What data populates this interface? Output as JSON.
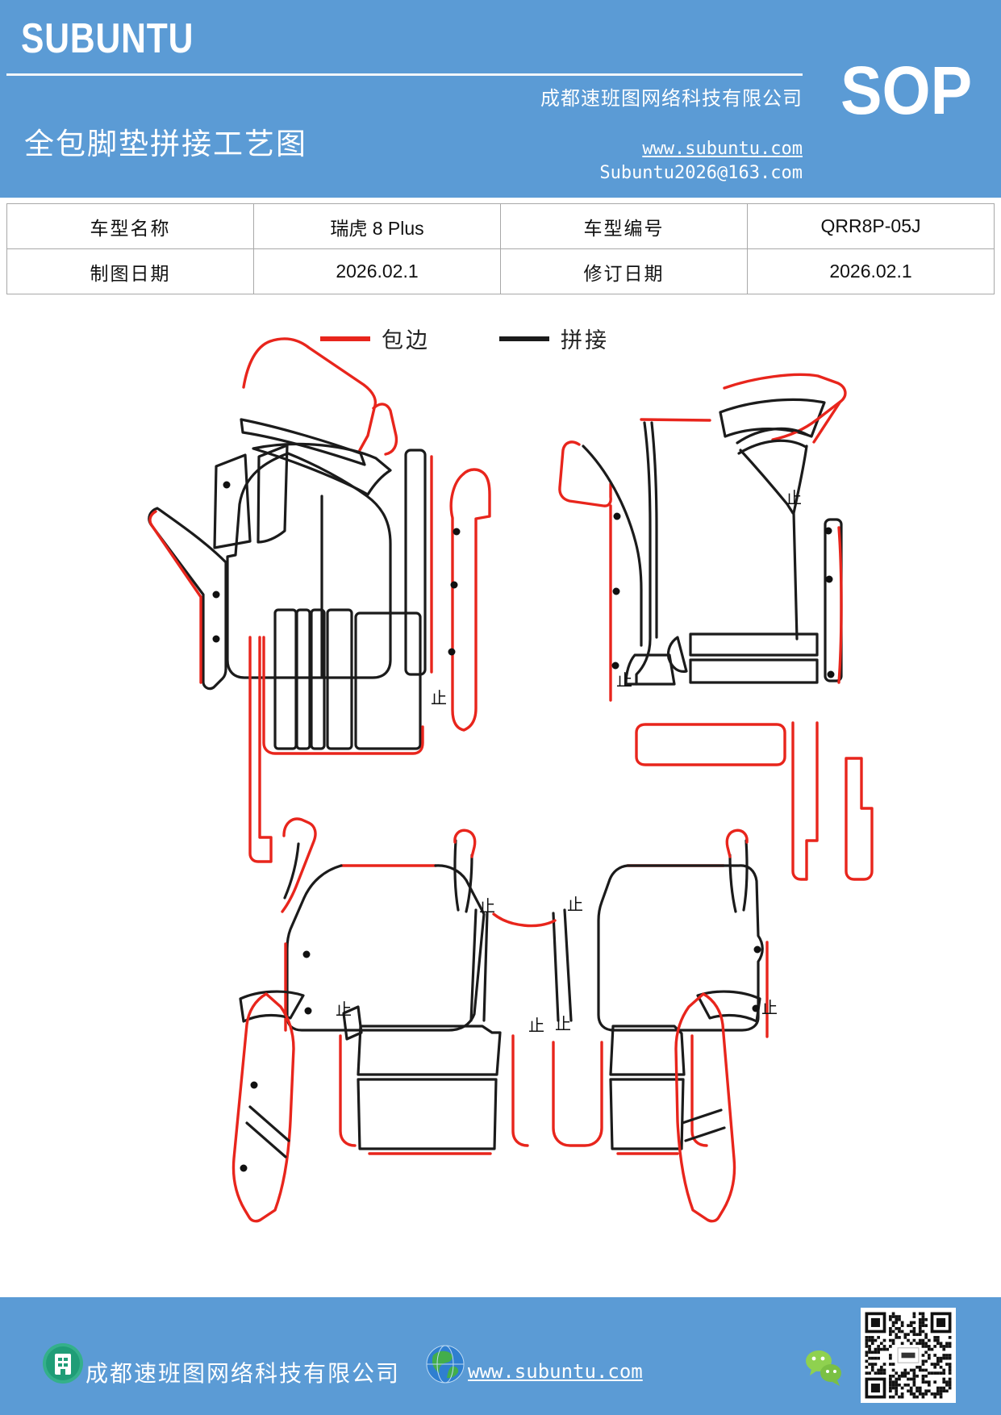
{
  "header": {
    "logo": "SUBUNTU",
    "title": "全包脚垫拼接工艺图",
    "company": "成都速班图网络科技有限公司",
    "website": "www.subuntu.com",
    "email": "Subuntu2026@163.com",
    "badge": "SOP",
    "bg_color": "#5B9BD5"
  },
  "info_table": {
    "rows": [
      {
        "cells": [
          "车型名称",
          "瑞虎 8 Plus",
          "车型编号",
          "QRR8P-05J"
        ]
      },
      {
        "cells": [
          "制图日期",
          "2026.02.1",
          "修订日期",
          "2026.02.1"
        ]
      }
    ]
  },
  "legend": {
    "items": [
      {
        "label": "包边",
        "color": "#e8251c"
      },
      {
        "label": "拼接",
        "color": "#1b1b1b"
      }
    ]
  },
  "diagram": {
    "stop_mark": "止",
    "edge_color": "#e8251c",
    "splice_color": "#1b1b1b",
    "icons": [
      "floor-mat-outline"
    ]
  },
  "footer": {
    "company": "成都速班图网络科技有限公司",
    "website": "www.subuntu.com",
    "bg_color": "#5B9BD5",
    "icons": [
      "building-icon",
      "globe-icon",
      "wechat-icon",
      "qr-code"
    ]
  }
}
